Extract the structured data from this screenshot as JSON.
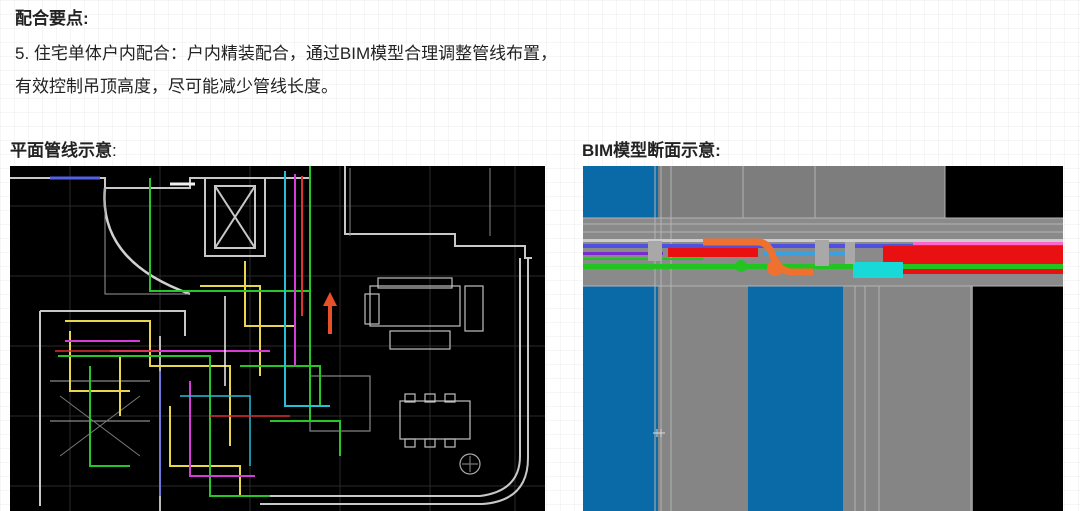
{
  "section": {
    "heading": "配合要点:",
    "paragraph_line1": "5. 住宅单体户内配合：户内精装配合，通过BIM模型合理调整管线布置，",
    "paragraph_line2": "有效控制吊顶高度，尽可能减少管线长度。"
  },
  "figures": {
    "plan": {
      "caption_bold": "平面管线示意",
      "caption_colon": ":"
    },
    "bim": {
      "caption": "BIM模型断面示意:"
    }
  },
  "colors": {
    "cad_background": "#000000",
    "bim_blue": "#0a6aa8",
    "bim_gray": "#808080",
    "pipe_red": "#e81010",
    "pipe_green": "#22c422",
    "pipe_orange": "#f07030",
    "duct_cyan": "#18d8d8",
    "arrow_red": "#e8502a"
  }
}
